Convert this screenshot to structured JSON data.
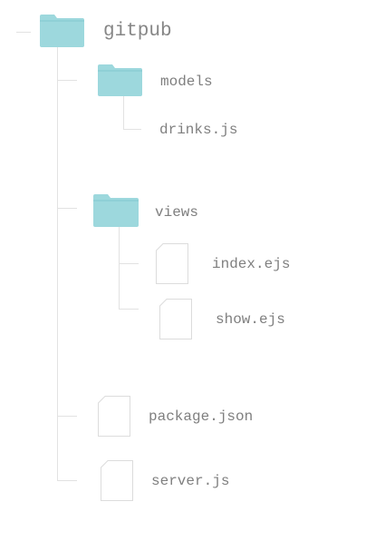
{
  "colors": {
    "folder": "#9dd8dd",
    "folder_tab": "#8fd0d6",
    "file_outline": "#dcdcdc",
    "connector": "#e2e2e2",
    "label": "#7f7f7f"
  },
  "tree": {
    "root": {
      "name": "gitpub",
      "icon": "folder-icon"
    },
    "models": {
      "name": "models",
      "icon": "folder-icon"
    },
    "drinks": {
      "name": "drinks.js",
      "icon": "none"
    },
    "views": {
      "name": "views",
      "icon": "folder-icon"
    },
    "index": {
      "name": "index.ejs",
      "icon": "file-icon"
    },
    "show": {
      "name": "show.ejs",
      "icon": "file-icon"
    },
    "package": {
      "name": "package.json",
      "icon": "file-icon"
    },
    "server": {
      "name": "server.js",
      "icon": "file-icon"
    }
  }
}
